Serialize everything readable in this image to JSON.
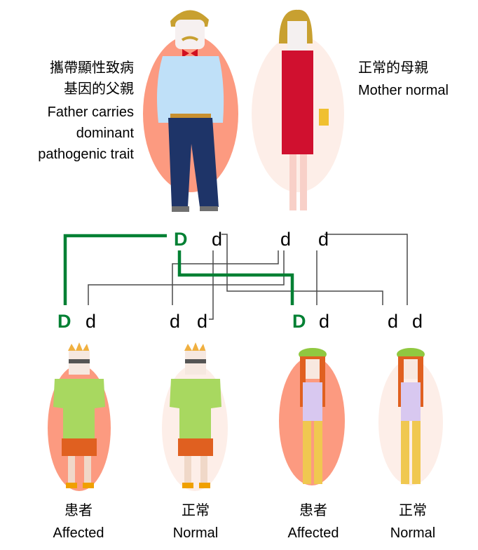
{
  "father": {
    "label_zh_1": "攜帶顯性致病",
    "label_zh_2": "基因的父親",
    "label_en_1": "Father carries",
    "label_en_2": "dominant",
    "label_en_3": "pathogenic trait"
  },
  "mother": {
    "label_zh": "正常的母親",
    "label_en": "Mother normal"
  },
  "parent_alleles": [
    "D",
    "d",
    "d",
    "d"
  ],
  "child_alleles": [
    "D",
    "d",
    "d",
    "d",
    "D",
    "d",
    "d",
    "d"
  ],
  "children": [
    {
      "zh": "患者",
      "en": "Affected"
    },
    {
      "zh": "正常",
      "en": "Normal"
    },
    {
      "zh": "患者",
      "en": "Affected"
    },
    {
      "zh": "正常",
      "en": "Normal"
    }
  ],
  "colors": {
    "dominant": "#008033",
    "recessive": "#000000",
    "affected_bg": "#FC9A80",
    "normal_bg": "#FDEEE8",
    "line": "#4a4a4a"
  }
}
